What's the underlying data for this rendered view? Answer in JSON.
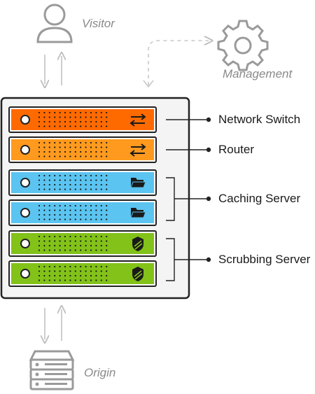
{
  "nodes": {
    "visitor": "Visitor",
    "management": "Management",
    "origin": "Origin"
  },
  "callouts": [
    "Network Switch",
    "Router",
    "Caching Server",
    "Scrubbing Server"
  ],
  "units": [
    {
      "type": "network-switch",
      "color": "#ff6a00",
      "icon": "arrows-icon"
    },
    {
      "type": "router",
      "color": "#ff9a1e",
      "icon": "arrows-icon"
    },
    {
      "type": "caching-server",
      "color": "#5bc4f0",
      "icon": "folder-icon"
    },
    {
      "type": "caching-server",
      "color": "#5bc4f0",
      "icon": "folder-icon"
    },
    {
      "type": "scrubbing-server",
      "color": "#82c219",
      "icon": "shield-icon"
    },
    {
      "type": "scrubbing-server",
      "color": "#82c219",
      "icon": "shield-icon"
    }
  ]
}
